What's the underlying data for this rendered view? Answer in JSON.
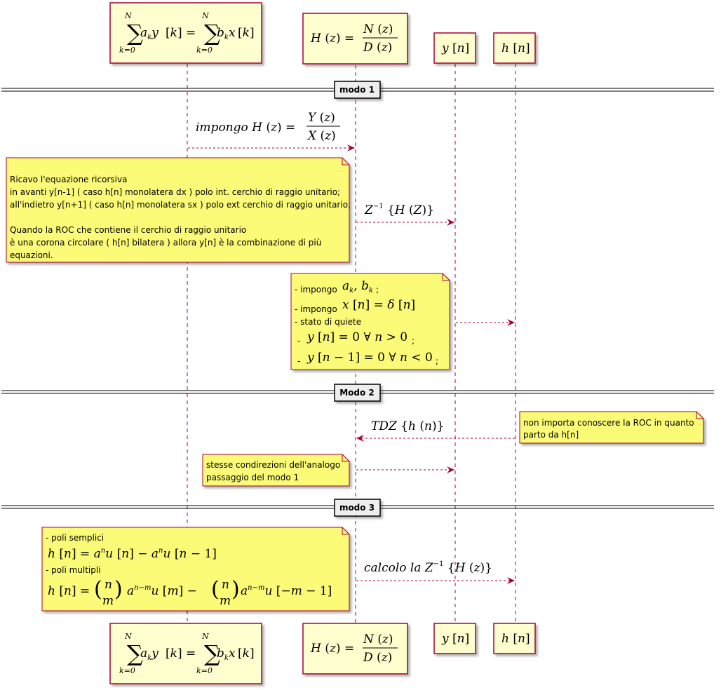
{
  "participants": [
    {
      "id": "eq",
      "label": "∑ₖ₌₀ᴺ aₖ y[k] = ∑ₖ₌₀ᴺ bₖ x[k]"
    },
    {
      "id": "H",
      "label": "H(z) = N(z)/D(z)"
    },
    {
      "id": "y",
      "label": "y[n]"
    },
    {
      "id": "h",
      "label": "h[n]"
    }
  ],
  "dividers": [
    "modo 1",
    "Modo 2",
    "modo 3"
  ],
  "messages": [
    {
      "id": "m1",
      "label": "impongo H(z) = Y(z)/X(z)"
    },
    {
      "id": "m2",
      "label": "Z⁻¹{H(Z)}"
    },
    {
      "id": "m3",
      "label": ""
    },
    {
      "id": "m4",
      "label": "TDZ{h(n)}"
    },
    {
      "id": "m5",
      "label": ""
    },
    {
      "id": "m6",
      "label": "calcolo la Z⁻¹{H(z)}"
    }
  ],
  "notes": {
    "n1": [
      "Ricavo l'equazione ricorsiva",
      "in avanti y[n-1] ( caso h[n] monolatera dx ) polo int. cerchio di raggio unitario;",
      "all'indietro y[n+1] ( caso h[n] monolatera sx ) polo ext cerchio di raggio unitario;",
      "",
      "Quando la ROC che contiene il cerchio di raggio unitario",
      "è una corona circolare ( h[n] bilatera ) allora y[n] è la combinazione di più",
      "equazioni."
    ],
    "n2": {
      "line1_text": "- impongo",
      "line1_math": "aₖ, bₖ",
      "line1_end": ";",
      "line2_text": "- impongo",
      "line2_math": "x[n] = δ[n]",
      "line3_text": "- stato di quiete",
      "line4_text": "-",
      "line4_math": "y[n] = 0 ∀ n > 0",
      "line4_end": ";",
      "line5_text": "-",
      "line5_math": "y[n − 1] = 0 ∀ n < 0",
      "line5_end": ";"
    },
    "n3": [
      "non importa conoscere la ROC in quanto",
      "parto da h[n]"
    ],
    "n4": [
      "stesse condirezioni dell'analogo",
      "passaggio del modo 1"
    ],
    "n5": {
      "line1_text": "- poli semplici",
      "line2_math": "h[n] = aⁿu[n] − aⁿu[n − 1]",
      "line3_text": "- poli multipli",
      "line4_math": "h[n] = (n m) aⁿ⁻ᵐu[m] − (n m) aⁿ⁻ᵐu[−m − 1]"
    }
  },
  "colors": {
    "participant_fill": "#FEFECE",
    "participant_border": "#A80036",
    "note_fill": "#FBFB77",
    "lifeline": "#A80036",
    "arrow": "#A80036",
    "divider_box": "#EEEEEE"
  }
}
